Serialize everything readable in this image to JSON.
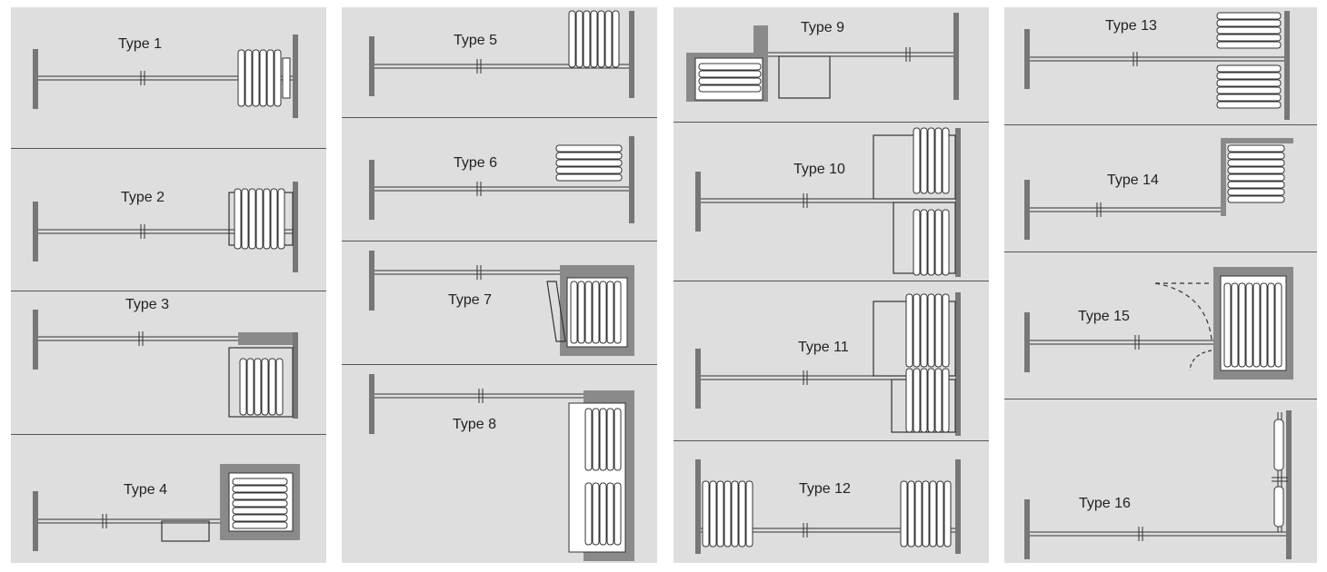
{
  "panels": [
    {
      "label": "Type 1"
    },
    {
      "label": "Type 2"
    },
    {
      "label": "Type 3"
    },
    {
      "label": "Type 4"
    },
    {
      "label": "Type 5"
    },
    {
      "label": "Type 6"
    },
    {
      "label": "Type 7"
    },
    {
      "label": "Type 8"
    },
    {
      "label": "Type 9"
    },
    {
      "label": "Type 10"
    },
    {
      "label": "Type 11"
    },
    {
      "label": "Type 12"
    },
    {
      "label": "Type 13"
    },
    {
      "label": "Type 14"
    },
    {
      "label": "Type 15"
    },
    {
      "label": "Type 16"
    }
  ],
  "colors": {
    "panel_bg": "#dedede",
    "wall": "#777777",
    "line": "#333333",
    "divider": "#555555"
  }
}
